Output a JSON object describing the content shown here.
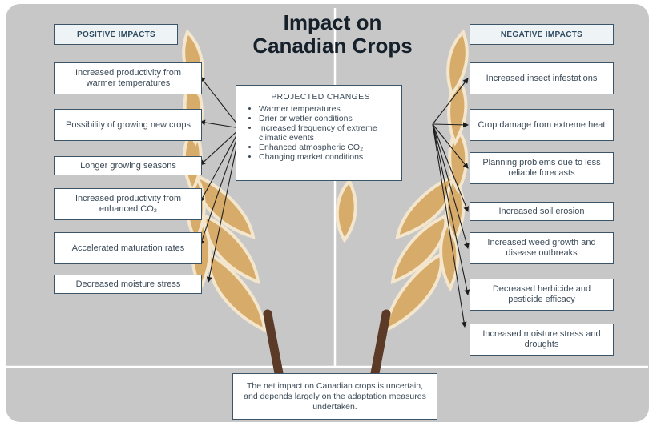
{
  "title": {
    "line1": "Impact on",
    "line2": "Canadian Crops"
  },
  "positive": {
    "header": "POSITIVE IMPACTS",
    "items": [
      "Increased productivity from warmer temperatures",
      "Possibility of growing new crops",
      "Longer growing seasons",
      "Increased productivity from enhanced CO₂",
      "Accelerated maturation rates",
      "Decreased moisture stress"
    ]
  },
  "negative": {
    "header": "NEGATIVE IMPACTS",
    "items": [
      "Increased insect infestations",
      "Crop damage from extreme heat",
      "Planning problems due to less reliable forecasts",
      "Increased soil erosion",
      "Increased weed growth and disease outbreaks",
      "Decreased herbicide and pesticide efficacy",
      "Increased moisture stress and droughts"
    ]
  },
  "projected": {
    "title": "PROJECTED CHANGES",
    "items": [
      "Warmer temperatures",
      "Drier or wetter conditions",
      "Increased frequency of extreme climatic events",
      "Enhanced atmospheric CO₂",
      "Changing market conditions"
    ]
  },
  "conclusion": "The net impact on Canadian crops is uncertain, and depends largely on the adaptation measures undertaken.",
  "colors": {
    "panel": "#c7c7c7",
    "panel_bottom": "#c2c2c2",
    "leaf": "#d7ac6b",
    "leaf_edge": "#f3e6cc",
    "stem": "#5b3a27",
    "box_border": "#3c5468",
    "arrow": "#1e1e1e"
  }
}
